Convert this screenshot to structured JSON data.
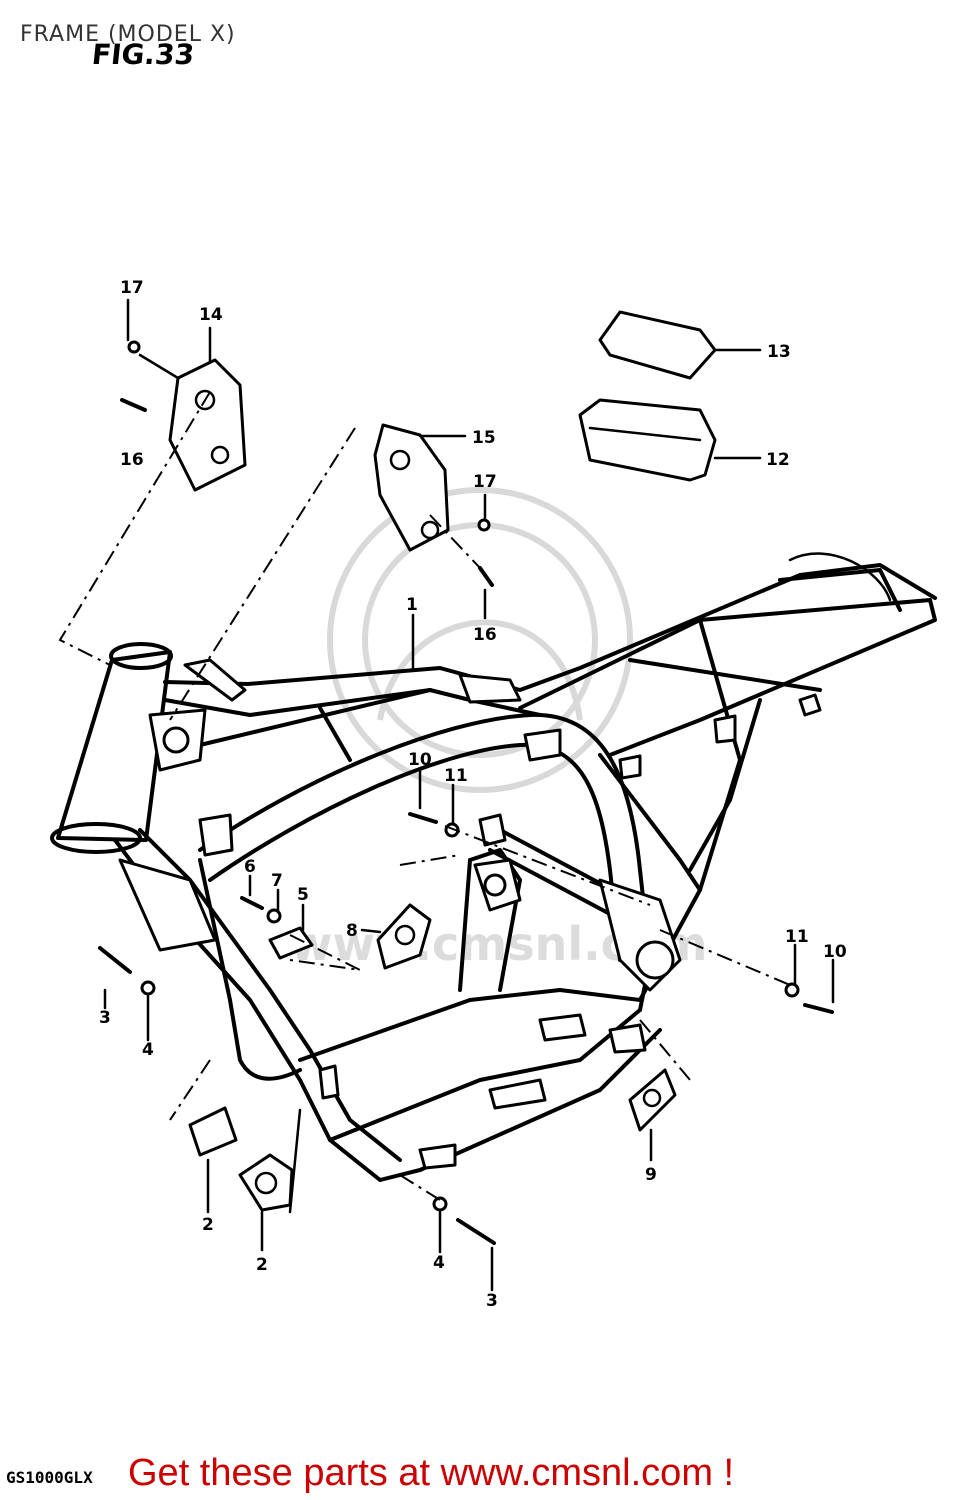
{
  "page": {
    "title": "FRAME (MODEL X)",
    "figure_label": "FIG.33",
    "model_code": "GS1000GLX",
    "banner_text": "Get these parts at www.cmsnl.com !",
    "banner_color": "#cc0000",
    "watermark_text": "www.cmsnl.com"
  },
  "callouts": [
    "1",
    "2",
    "2",
    "3",
    "3",
    "4",
    "4",
    "5",
    "6",
    "7",
    "8",
    "9",
    "10",
    "10",
    "11",
    "11",
    "12",
    "13",
    "14",
    "15",
    "16",
    "16",
    "17",
    "17"
  ]
}
